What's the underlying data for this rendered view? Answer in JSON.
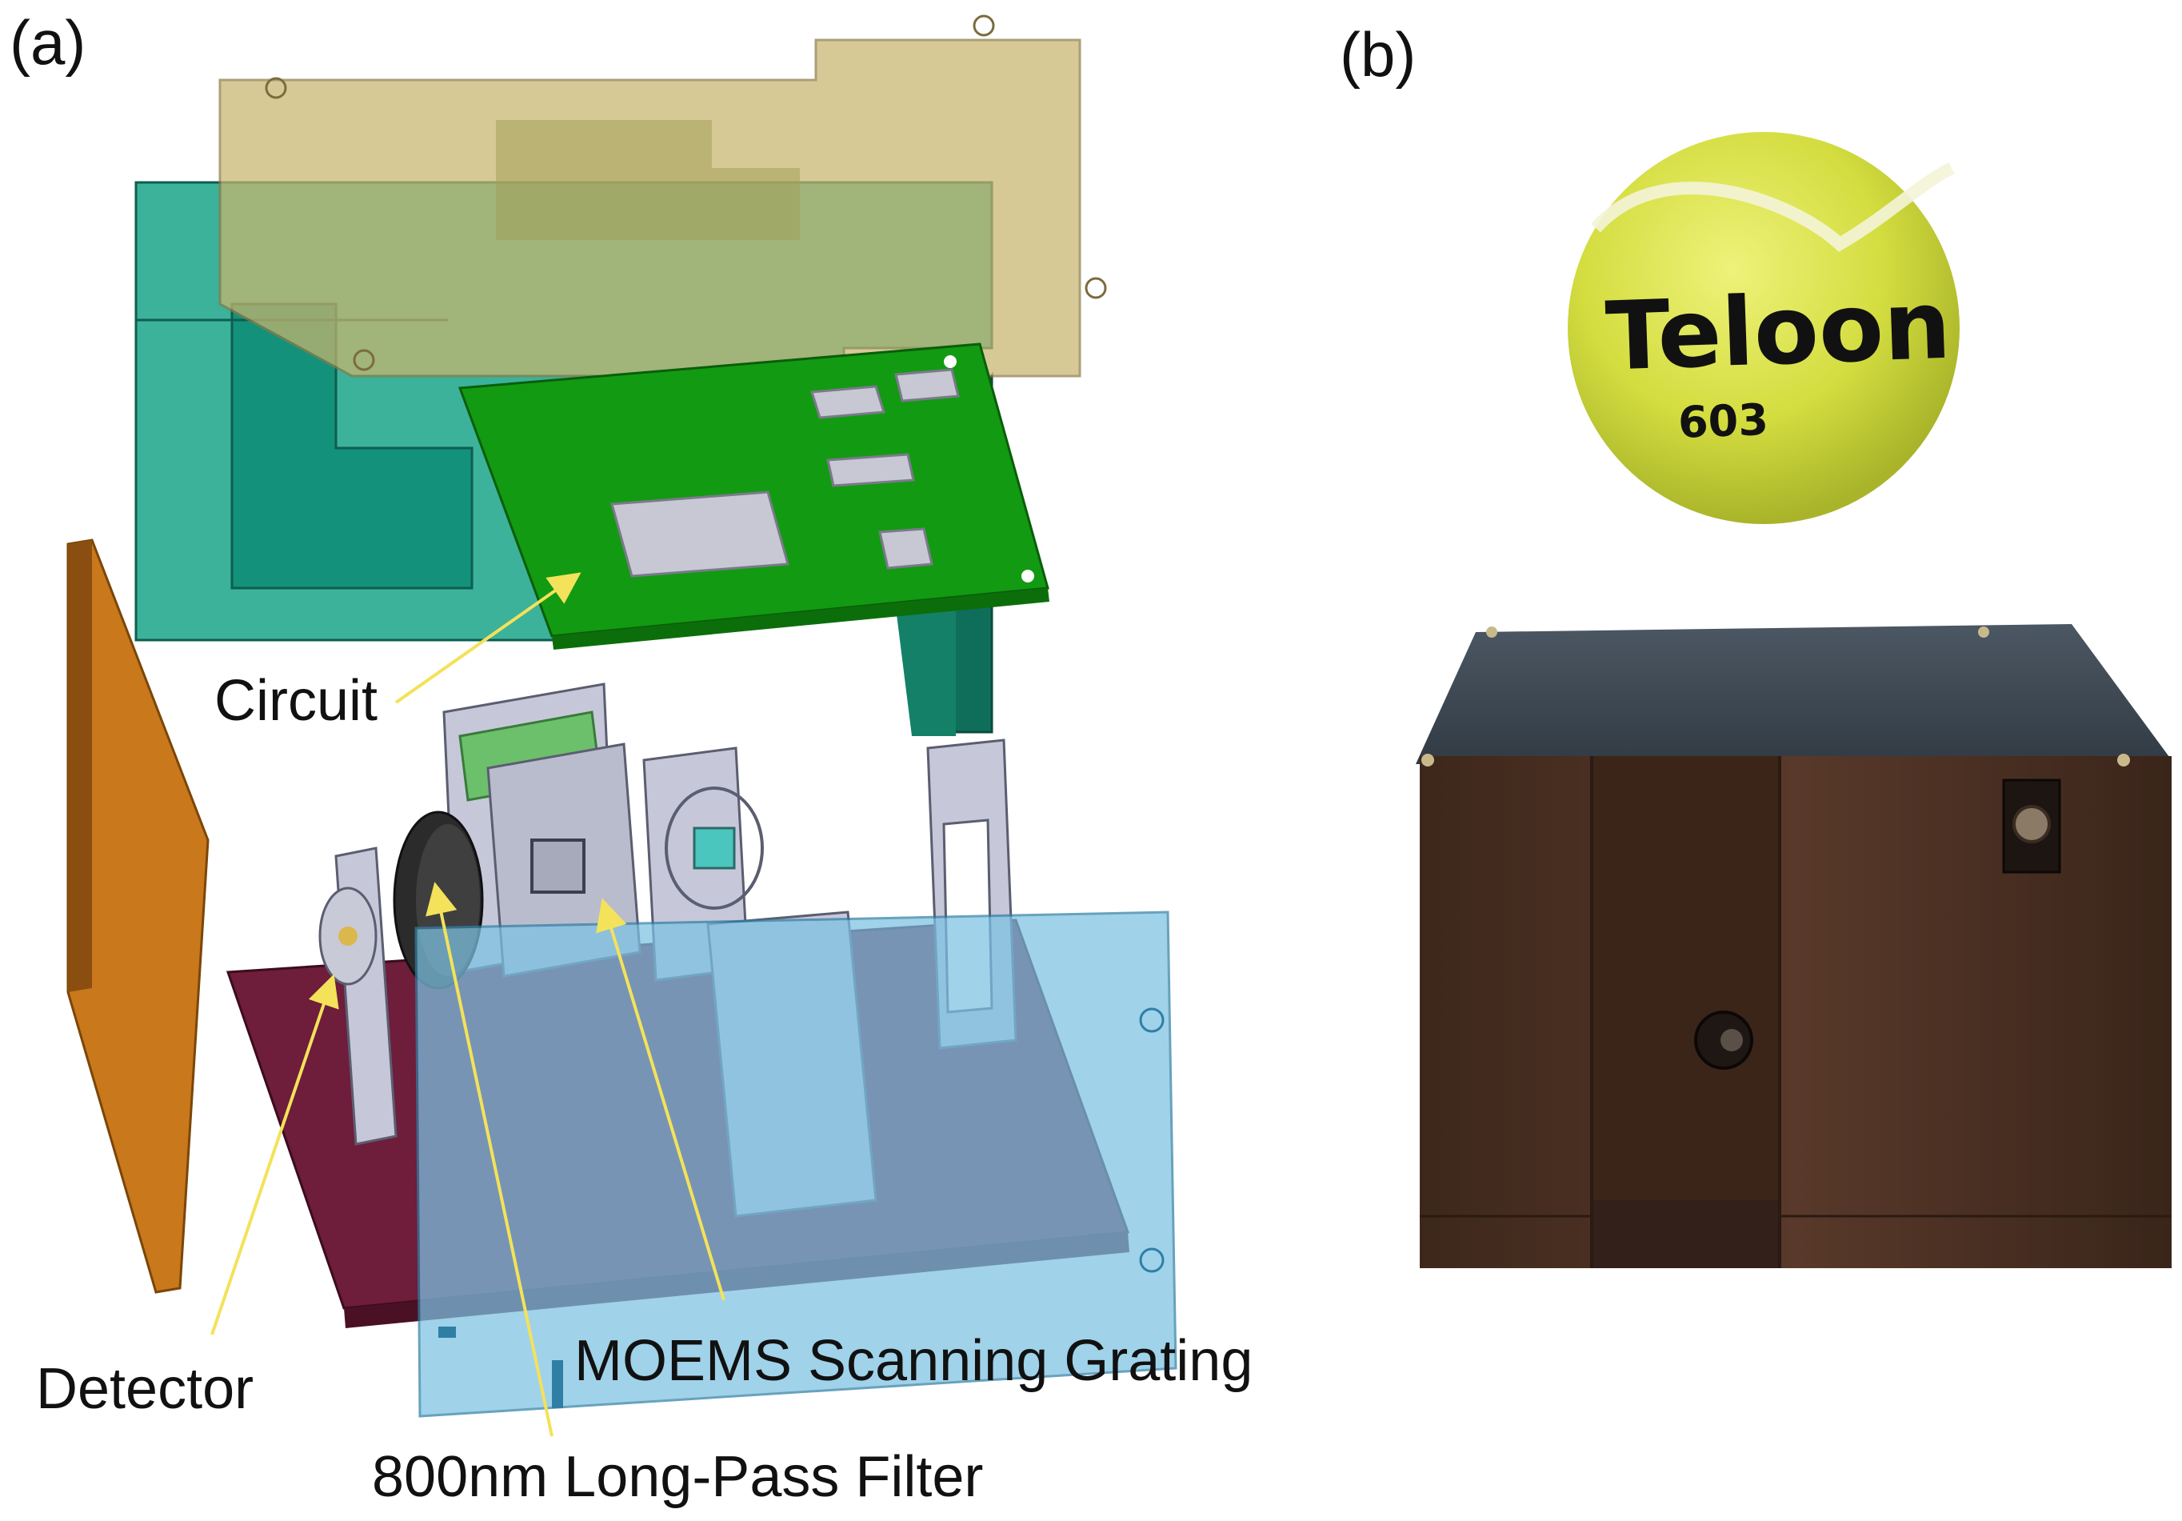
{
  "panels": {
    "a": {
      "label": "(a)"
    },
    "b": {
      "label": "(b)"
    }
  },
  "callouts": {
    "circuit": "Circuit",
    "detector": "Detector",
    "grating": "MOEMS Scanning Grating",
    "filter": "800nm Long-Pass Filter"
  },
  "photo": {
    "ball_brand": "Teloon",
    "ball_model": "603"
  },
  "colors": {
    "top_lid": "#c9b56e",
    "housing_green": "#1aa58a",
    "pcb_green": "#129a12",
    "side_panel_orange": "#c9781b",
    "base_plate": "#6e1d3a",
    "front_panel_blue": "#7cc2e3",
    "mount_parts": "#c6c8da",
    "callout_arrow": "#f3e25a",
    "ball_yellow": "#d8e24a",
    "box_brown": "#4d3324",
    "box_top": "#3c4650"
  }
}
